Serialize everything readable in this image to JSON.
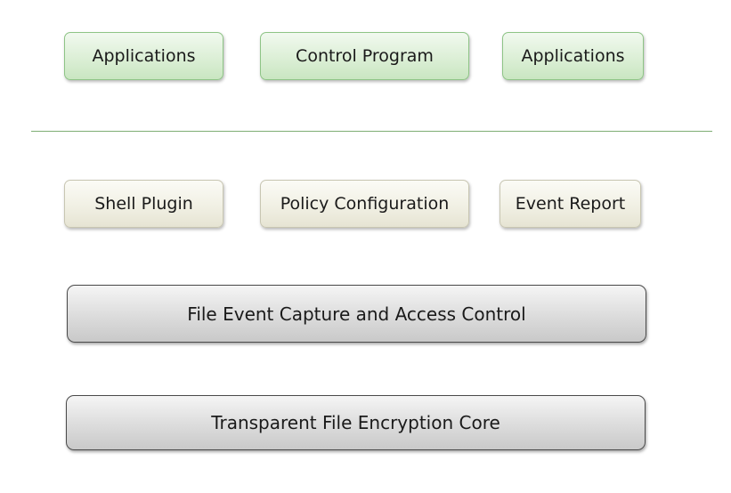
{
  "top_layer": {
    "box1": "Applications",
    "box2": "Control Program",
    "box3": "Applications"
  },
  "middle_layer": {
    "box1": "Shell Plugin",
    "box2": "Policy Configuration",
    "box3": "Event Report"
  },
  "core_layers": {
    "capture": "File Event Capture and Access Control",
    "encryption": "Transparent File Encryption Core"
  },
  "colors": {
    "top_layer_fill": "#dcefd6",
    "top_layer_border": "#8ec486",
    "middle_layer_fill": "#f1f0e4",
    "core_layer_fill": "#dedede",
    "divider": "#7fae74"
  }
}
